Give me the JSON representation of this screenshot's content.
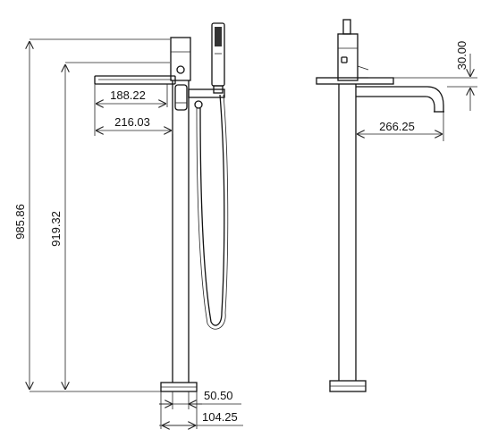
{
  "dimensions": {
    "overall_height": "985.86",
    "spout_height": "919.32",
    "shelf_inner": "188.22",
    "shelf_outer": "216.03",
    "spout_reach": "266.25",
    "shelf_thickness": "30.00",
    "pipe_diameter": "50.50",
    "base_diameter": "104.25"
  }
}
